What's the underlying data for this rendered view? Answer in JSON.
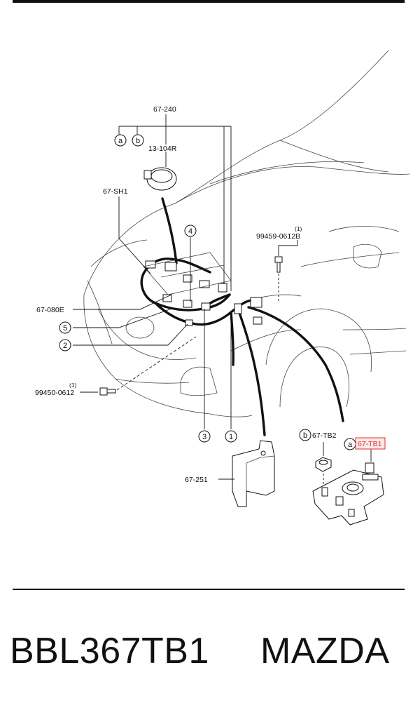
{
  "labels": {
    "harness_main": "67-240",
    "sensor": "13-104R",
    "shield": "67-SH1",
    "bolt_upper": "99459-0612B",
    "bolt_upper_qty": "(1)",
    "harness_front": "67-080E",
    "bolt_lower": "99450-0612",
    "bolt_lower_qty": "(1)",
    "cover": "67-251",
    "terminal_b": "67-TB2",
    "terminal_a": "67-TB1",
    "ref_a": "a",
    "ref_b": "b"
  },
  "callouts": [
    "1",
    "2",
    "3",
    "4",
    "5"
  ],
  "footer": {
    "part_code": "BBL367TB1",
    "brand": "MAZDA"
  },
  "colors": {
    "highlight": "#e03030"
  }
}
